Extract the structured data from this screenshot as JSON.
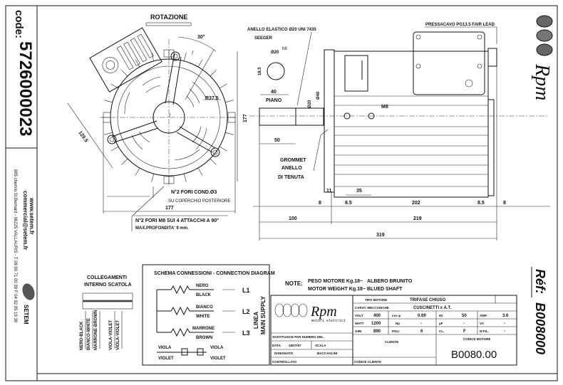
{
  "code_box": {
    "label": "code:",
    "value": "5726000023"
  },
  "address": {
    "web": "www.setem.fr",
    "email": "commercial@setem.fr",
    "street": "885 chemin St.Bernard  -  06225 VALLAURIS  -  T 08 90 71 00 39  F 04 92 95 19 39",
    "brand": "SETEM"
  },
  "right_strip": {
    "logo": "Rpm",
    "ref_label": "Réf:",
    "ref_value": "B008000"
  },
  "front_view": {
    "title": "ROTAZIONE",
    "angle": "30°",
    "radius": "R37.5",
    "height": "177",
    "diag": "129.5",
    "width": "177",
    "note_holes_1": "N°2 FORI COND.Ø3",
    "note_holes_2": "SU COPERCHIO POSTERIORE",
    "note_m8_1": "N°2 FORI M8 SUI 4 ATTACCHI A 90°",
    "note_m8_2": "MAX.PROFONDITA' 9 mm."
  },
  "side_view": {
    "circlip_1": "ANELLO ELASTICO Ø20 UNI 7435",
    "circlip_2": "SEEGER",
    "shaft_dia": "Ø20",
    "tolerance": "h8",
    "key_h": "18.5",
    "flat_len": "40",
    "flat_label": "PIANO",
    "shaft_len": "50",
    "d20": "Ø20",
    "d40": "Ø40",
    "grommet_1": "GROMMET",
    "grommet_2": "ANELLO",
    "grommet_3": "DI TENUTA",
    "m8": "M8",
    "fairlead": "PRESSACAVO PG13.5   FAIR LEAD",
    "dims": {
      "d11": "11",
      "d35": "35",
      "d8a": "8",
      "d85a": "8.5",
      "d202": "202",
      "d85b": "8.5",
      "d8b": "8",
      "d100": "100",
      "d219": "219",
      "d319": "319",
      "d177": "177"
    }
  },
  "terminal": {
    "title_1": "COLLEGAMENTI",
    "title_2": "INTERNO SCATOLA",
    "wires": [
      "NERO-BLACK",
      "BIANCO-WHITE",
      "MARRONE-BROWN",
      "VIOLA-VIOLET",
      "VIOLA-VIOLET"
    ]
  },
  "schema": {
    "title": "SCHEMA CONNESSIONI - CONNECTION DIAGRAM",
    "lines": [
      {
        "it": "NERO",
        "en": "BLACK",
        "phase": "L1"
      },
      {
        "it": "BIANCO",
        "en": "WHITE",
        "phase": "L2"
      },
      {
        "it": "MARRONE",
        "en": "BROWN",
        "phase": "L3"
      }
    ],
    "supply_1": "LINEA",
    "supply_2": "MAIN SUPPLY",
    "violet_it": "VIOLA",
    "violet_en": "VIOLET"
  },
  "notes": {
    "label": "NOTE:",
    "weight_it": "PESO MOTORE Kg.18~",
    "weight_en": "MOTOR WEIGHT Kg.18~",
    "shaft_it": "ALBERO BRUNITO",
    "shaft_en": "BLUED SHAFT"
  },
  "title_block": {
    "logo": "Rpm",
    "logo_sub": "motori elettrici",
    "replaces": "SOSTITUISCE PAR NUMERO DEL",
    "data_label": "DATA",
    "data_value": "18/07/97",
    "scala_label": "SCALA",
    "designer_label": "DISEGNATO",
    "designer_value": "BACCAGLINI",
    "checked_label": "CONTROLLATO",
    "tipo_label": "TIPO MOTORE",
    "tipo_value": "TRIFASE CHIUSO",
    "mech_label": "CARAT. MECCANICHE",
    "mech_value": "CUSCINETTI x A.T.",
    "volt_label": "VOLT",
    "volt": "400",
    "cos_label": "cos φ",
    "cos": "0.69",
    "hz_label": "Hz",
    "hz": "50",
    "amp_label": "AMP.",
    "amp": "3.6",
    "watt_label": "WATT",
    "watt": "1200",
    "hp_label": "Hp",
    "hp": "-",
    "uf_label": "μF",
    "uf": "-",
    "vc_label": "VC",
    "vc": "-",
    "giri_label": "GIRI",
    "giri": "890",
    "poli_label": "POLI",
    "poli": "6",
    "cl_label": "CL.",
    "cl": "F",
    "fili_label": "N°FIL.",
    "fili": "-",
    "client_label": "CLIENTE",
    "client_code_label": "CODICE CLIENTE",
    "motor_code_label": "CODICE MOTORE",
    "motor_code": "B0080.00"
  }
}
